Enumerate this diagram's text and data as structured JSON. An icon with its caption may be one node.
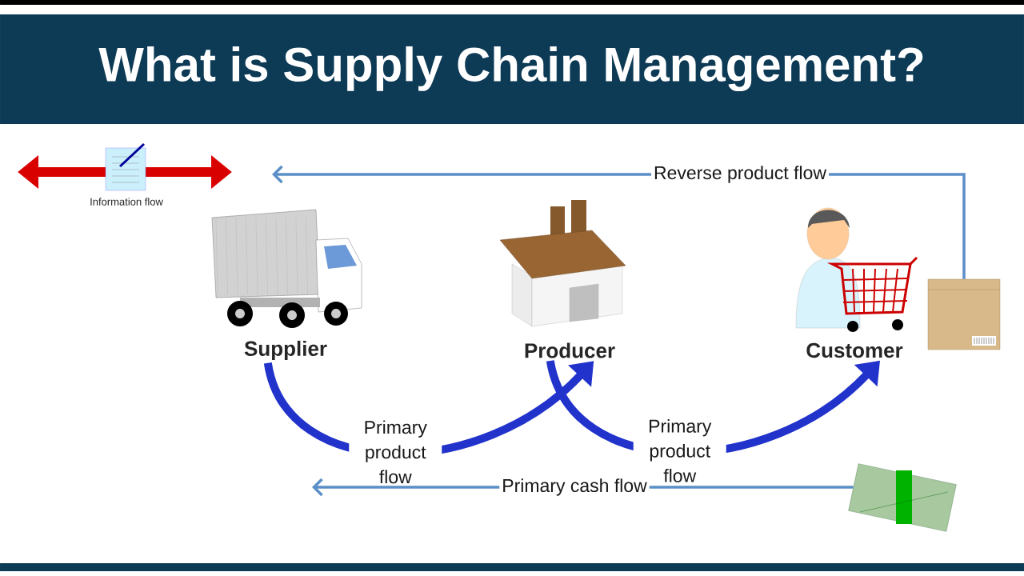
{
  "diagram": {
    "title": "What is Supply Chain Management?",
    "nodes": [
      {
        "text": [
          "Supplier"
        ]
      },
      {
        "text": [
          "Producer"
        ]
      },
      {
        "text": [
          "Customer"
        ]
      },
      {
        "text": [],
        "shape": "picture"
      },
      {
        "text": [],
        "shape": "picture"
      }
    ],
    "edges": [
      {
        "from": 0,
        "to": 1,
        "arrow": "to",
        "label": "Primary product flow",
        "style": "thick",
        "color": "#2233cc"
      },
      {
        "from": 1,
        "to": 2,
        "arrow": "to",
        "label": "Primary product flow",
        "style": "thick",
        "color": "#2233cc"
      },
      {
        "from": 3,
        "to": null,
        "arrow": "to",
        "label": "Reverse product flow",
        "color": "#5b8fc7"
      },
      {
        "from": 4,
        "to": null,
        "arrow": "to",
        "label": "Primary cash flow",
        "color": "#5b8fc7"
      }
    ],
    "labels": [
      "Information flow"
    ]
  }
}
